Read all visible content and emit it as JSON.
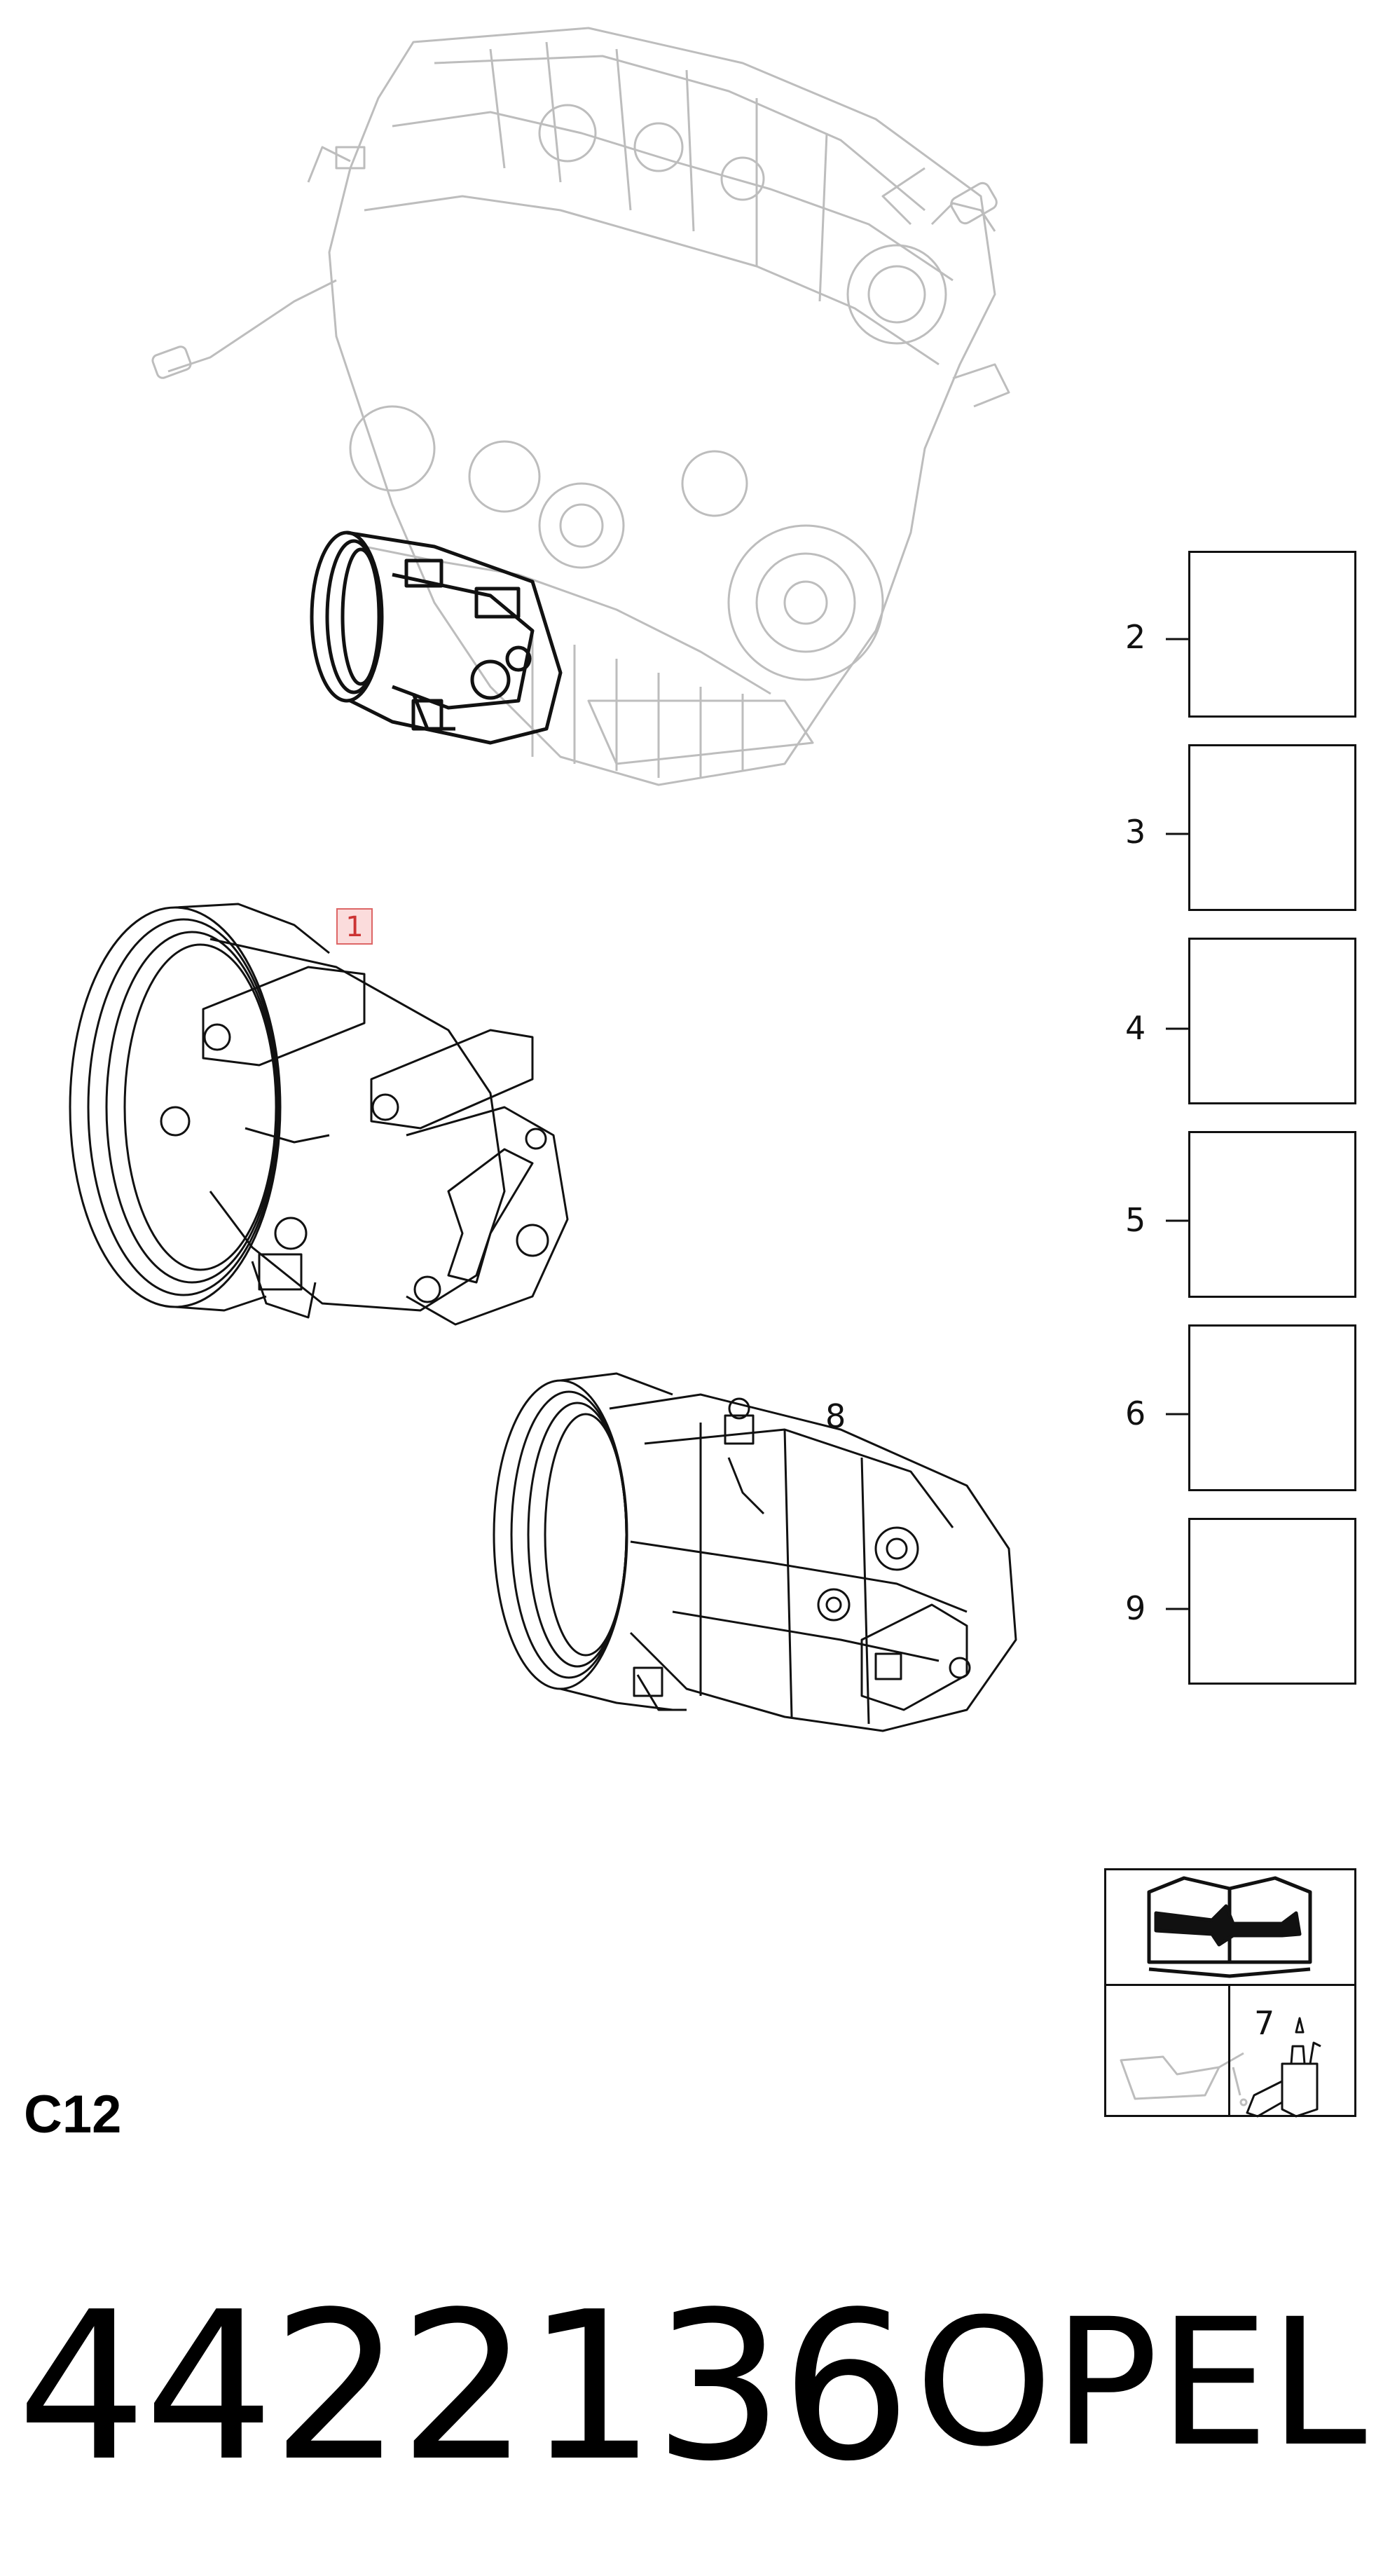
{
  "diagram": {
    "callouts": {
      "part_1": "1",
      "part_2": "2",
      "part_3": "3",
      "part_4": "4",
      "part_5": "5",
      "part_6": "6",
      "part_7": "7",
      "part_8": "8",
      "part_9": "9"
    },
    "section_code": "C12",
    "part_number": "4422136",
    "brand": "OPEL",
    "colors": {
      "line": "#111111",
      "ghost_line": "#b8b8b8",
      "highlight_fill": "#fbdcdc",
      "highlight_border": "#dd6666"
    }
  }
}
